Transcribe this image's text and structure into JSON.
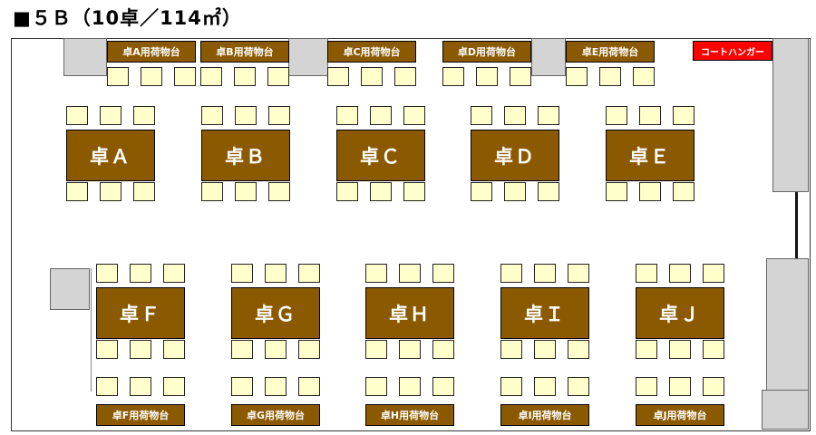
{
  "title": "■５Ｂ（10卓／114㎡）",
  "coat_hanger": "コートハンガー",
  "tables": [
    {
      "label": "卓Ａ",
      "rack": "卓A用荷物台"
    },
    {
      "label": "卓Ｂ",
      "rack": "卓B用荷物台"
    },
    {
      "label": "卓Ｃ",
      "rack": "卓C用荷物台"
    },
    {
      "label": "卓Ｄ",
      "rack": "卓D用荷物台"
    },
    {
      "label": "卓Ｅ",
      "rack": "卓E用荷物台"
    },
    {
      "label": "卓Ｆ",
      "rack": "卓F用荷物台"
    },
    {
      "label": "卓Ｇ",
      "rack": "卓G用荷物台"
    },
    {
      "label": "卓Ｈ",
      "rack": "卓H用荷物台"
    },
    {
      "label": "卓Ｉ",
      "rack": "卓I用荷物台"
    },
    {
      "label": "卓Ｊ",
      "rack": "卓J用荷物台"
    }
  ],
  "colors": {
    "table": "#8b5a00",
    "chair": "#ffffcc",
    "wall": "#d4d4d4",
    "coat_hanger": "#ff0000"
  }
}
